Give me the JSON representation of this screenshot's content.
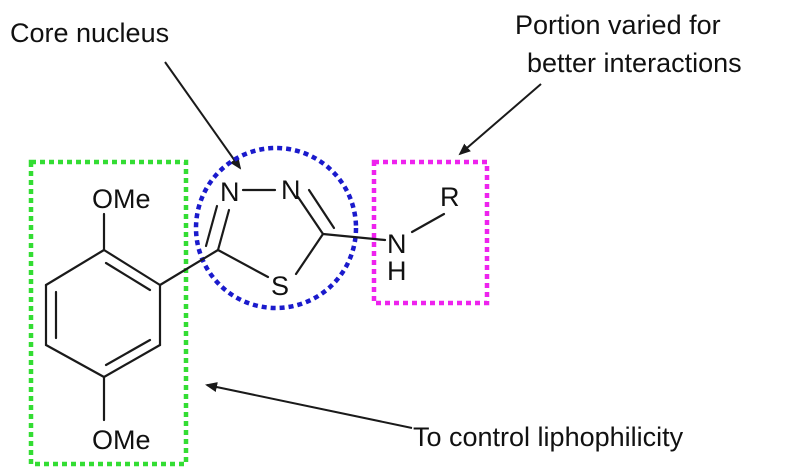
{
  "annotations": {
    "core_nucleus": "Core nucleus",
    "portion_varied_line1": "Portion varied for",
    "portion_varied_line2": "better interactions",
    "liphophilicity": "To control liphophilicity"
  },
  "atoms": {
    "ome_top": "OMe",
    "ome_bottom": "OMe",
    "n_left": "N",
    "n_right": "N",
    "sulfur": "S",
    "amine_n": "N",
    "amine_h": "H",
    "r_group": "R"
  },
  "colors": {
    "green_box": "#33dd33",
    "blue_circle": "#1a1acc",
    "magenta_box": "#ee22ee",
    "ink": "#1a1a1a"
  },
  "icons": {
    "arrow": "arrow-icon"
  }
}
